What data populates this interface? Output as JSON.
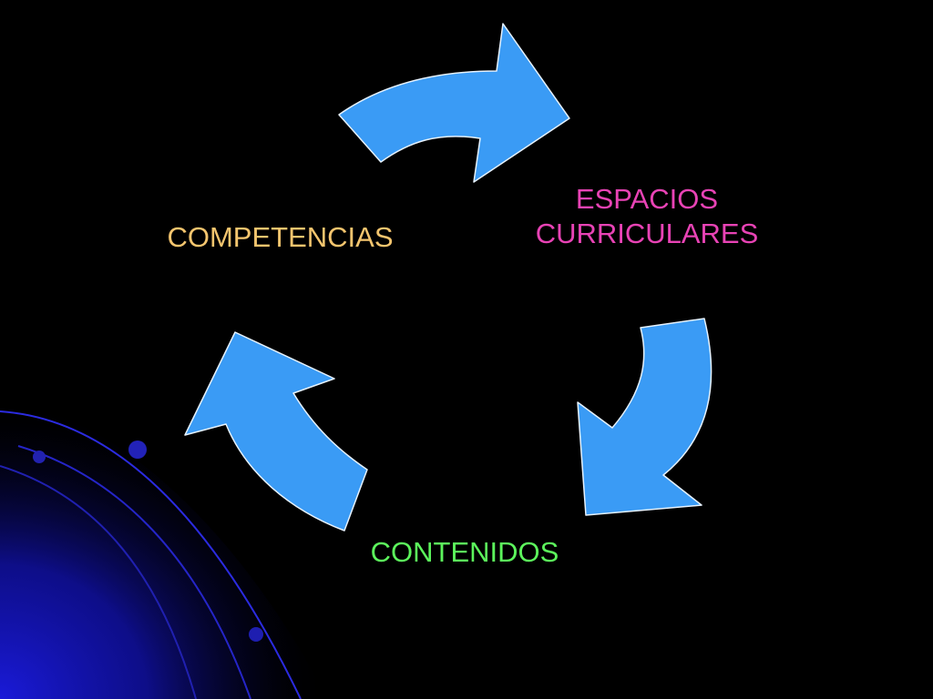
{
  "diagram": {
    "nodes": [
      {
        "id": "espacios",
        "lines": [
          "ESPACIOS",
          "CURRICULARES"
        ],
        "color": "#E843B5"
      },
      {
        "id": "contenidos",
        "lines": [
          "CONTENIDOS"
        ],
        "color": "#5CF55C"
      },
      {
        "id": "competencias",
        "lines": [
          "COMPETENCIAS"
        ],
        "color": "#F4C56E"
      }
    ],
    "cycle": [
      "competencias",
      "espacios",
      "contenidos",
      "competencias"
    ],
    "arrow_color": "#3A9BF5",
    "arrow_outline": "#E6F2FF",
    "background": "#000000",
    "decor_color": "#1A1AD8"
  }
}
